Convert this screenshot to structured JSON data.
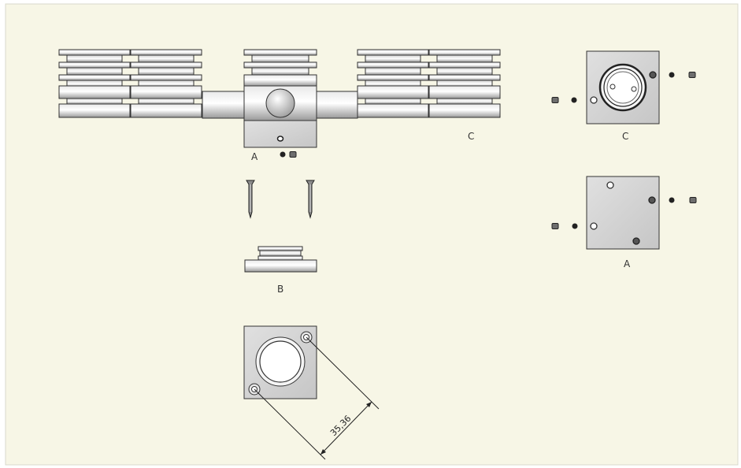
{
  "labels": {
    "top_a": "A",
    "top_c": "C",
    "base_b": "B",
    "view_c": "C",
    "view_a": "A"
  },
  "dimension": {
    "value": "35,36"
  },
  "colors": {
    "paper": "#f7f6e6",
    "border": "#d8d8cc",
    "part_light": "#f2f2f2",
    "part_mid": "#bdbdbd",
    "part_dark": "#6a6a6a",
    "outline": "#2a2a2a"
  }
}
